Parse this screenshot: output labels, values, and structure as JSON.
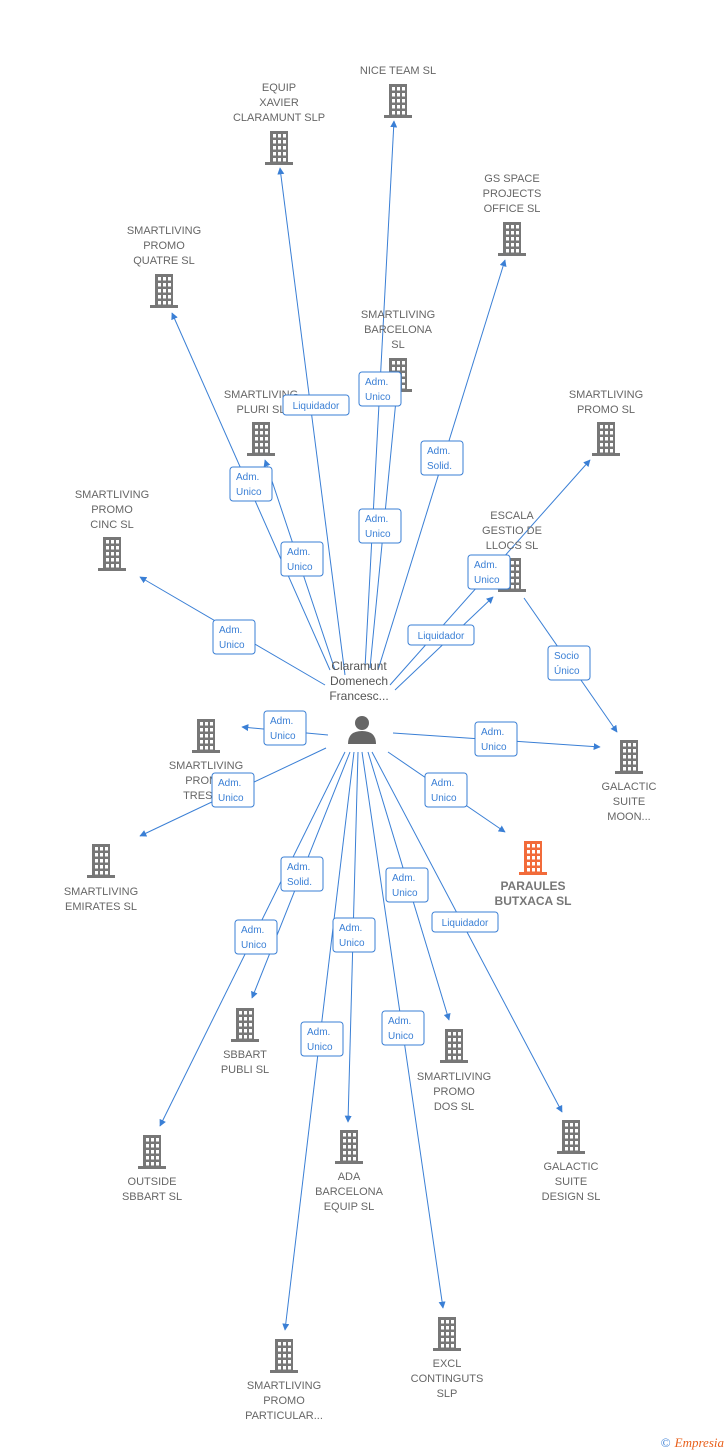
{
  "center": {
    "label": [
      "Claramunt",
      "Domenech",
      "Francesc..."
    ]
  },
  "colors": {
    "edge": "#3a7fd5",
    "company": "#777777",
    "highlight": "#f26b3a",
    "person": "#666666"
  },
  "companies": [
    {
      "id": "equip",
      "label": [
        "EQUIP",
        "XAVIER",
        "CLARAMUNT SLP"
      ]
    },
    {
      "id": "nice",
      "label": [
        "NICE TEAM SL"
      ]
    },
    {
      "id": "gsspace",
      "label": [
        "GS SPACE",
        "PROJECTS",
        "OFFICE  SL"
      ]
    },
    {
      "id": "quatre",
      "label": [
        "SMARTLIVING",
        "PROMO",
        "QUATRE  SL"
      ]
    },
    {
      "id": "barcelona",
      "label": [
        "SMARTLIVING",
        "BARCELONA",
        "SL"
      ]
    },
    {
      "id": "pluri",
      "label": [
        "SMARTLIVING",
        "PLURI  SL"
      ]
    },
    {
      "id": "promo",
      "label": [
        "SMARTLIVING",
        "PROMO  SL"
      ]
    },
    {
      "id": "cinc",
      "label": [
        "SMARTLIVING",
        "PROMO",
        "CINC  SL"
      ]
    },
    {
      "id": "escala",
      "label": [
        "ESCALA",
        "GESTIO DE",
        "LLOCS  SL"
      ]
    },
    {
      "id": "tres",
      "label": [
        "SMARTLIVING",
        "PROMO",
        "TRES  SL"
      ]
    },
    {
      "id": "moon",
      "label": [
        "GALACTIC",
        "SUITE",
        "MOON..."
      ]
    },
    {
      "id": "emirates",
      "label": [
        "SMARTLIVING",
        "EMIRATES  SL"
      ]
    },
    {
      "id": "paraules",
      "label": [
        "PARAULES",
        "BUTXACA  SL"
      ],
      "highlight": true
    },
    {
      "id": "sbbart",
      "label": [
        "SBBART",
        "PUBLI  SL"
      ]
    },
    {
      "id": "dos",
      "label": [
        "SMARTLIVING",
        "PROMO",
        "DOS  SL"
      ]
    },
    {
      "id": "design",
      "label": [
        "GALACTIC",
        "SUITE",
        "DESIGN SL"
      ]
    },
    {
      "id": "outside",
      "label": [
        "OUTSIDE",
        "SBBART  SL"
      ]
    },
    {
      "id": "ada",
      "label": [
        "ADA",
        "BARCELONA",
        "EQUIP  SL"
      ]
    },
    {
      "id": "excl",
      "label": [
        "EXCL",
        "CONTINGUTS",
        "SLP"
      ]
    },
    {
      "id": "particular",
      "label": [
        "SMARTLIVING",
        "PROMO",
        "PARTICULAR..."
      ]
    }
  ],
  "edges": [
    {
      "to": "equip",
      "label": [
        "Liquidador"
      ]
    },
    {
      "to": "nice",
      "label": [
        "Adm.",
        "Unico"
      ]
    },
    {
      "to": "barcelona",
      "label": [
        "Adm.",
        "Unico"
      ]
    },
    {
      "to": "gsspace",
      "label": [
        "Adm.",
        "Solid."
      ]
    },
    {
      "to": "quatre",
      "label": [
        "Adm.",
        "Unico"
      ]
    },
    {
      "to": "pluri",
      "label": [
        "Adm.",
        "Unico"
      ]
    },
    {
      "to": "promo",
      "label": [
        "Liquidador"
      ]
    },
    {
      "to": "escala",
      "label": [
        "Adm.",
        "Unico"
      ]
    },
    {
      "to": "cinc",
      "label": [
        "Adm.",
        "Unico"
      ]
    },
    {
      "to": "tres",
      "label": [
        "Adm.",
        "Unico"
      ]
    },
    {
      "to": "emirates",
      "label": [
        "Adm.",
        "Unico"
      ]
    },
    {
      "to": "moon",
      "label": [
        "Adm.",
        "Unico"
      ]
    },
    {
      "from": "escala",
      "to": "moon",
      "label": [
        "Socio",
        "Único"
      ]
    },
    {
      "to": "paraules",
      "label": [
        "Adm.",
        "Unico"
      ]
    },
    {
      "to": "sbbart",
      "label": [
        "Adm.",
        "Solid."
      ]
    },
    {
      "to": "outside",
      "label": [
        "Adm.",
        "Unico"
      ]
    },
    {
      "to": "ada",
      "label": [
        "Adm.",
        "Unico"
      ]
    },
    {
      "to": "dos",
      "label": [
        "Adm.",
        "Unico"
      ]
    },
    {
      "to": "design",
      "label": [
        "Liquidador"
      ]
    },
    {
      "to": "particular",
      "label": [
        "Adm.",
        "Unico"
      ]
    },
    {
      "to": "excl",
      "label": [
        "Adm.",
        "Unico"
      ]
    }
  ],
  "footer": {
    "copyright": "©",
    "brand": "Empresia"
  }
}
